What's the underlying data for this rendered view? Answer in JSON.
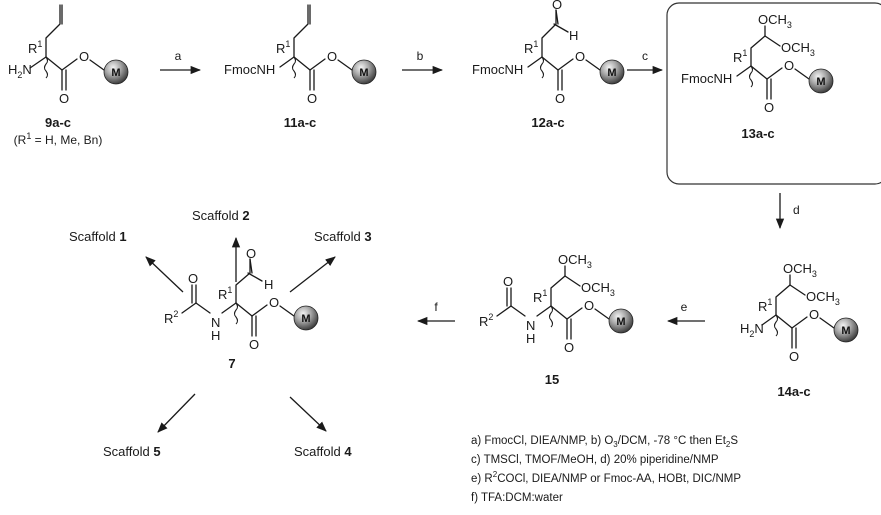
{
  "compounds": {
    "c9": {
      "label": "9a-c",
      "sub": "(R",
      "sub_sup": "1",
      "sub_rest": " = H, Me, Bn)"
    },
    "c11": {
      "label": "11a-c"
    },
    "c12": {
      "label": "12a-c"
    },
    "c13": {
      "label": "13a-c"
    },
    "c14": {
      "label": "14a-c"
    },
    "c15": {
      "label": "15"
    },
    "c7": {
      "label": "7"
    }
  },
  "atoms": {
    "resin": "M",
    "nh2": "H",
    "nh2_n": "N",
    "nh2_sub": "2",
    "fmocnh": "FmocNH",
    "r1": "R",
    "r1_sup": "1",
    "r2": "R",
    "r2_sup": "2",
    "o": "O",
    "h": "H",
    "nh": "N",
    "nh_h": "H",
    "och3_o": "OCH",
    "och3_sub": "3"
  },
  "steps": {
    "a": "a",
    "b": "b",
    "c": "c",
    "d": "d",
    "e": "e",
    "f": "f"
  },
  "scaffolds": [
    {
      "text": "Scaffold ",
      "num": "1"
    },
    {
      "text": "Scaffold ",
      "num": "2"
    },
    {
      "text": "Scaffold ",
      "num": "3"
    },
    {
      "text": "Scaffold ",
      "num": "4"
    },
    {
      "text": "Scaffold ",
      "num": "5"
    }
  ],
  "conditions": {
    "line1": "a) FmocCl, DIEA/NMP, b) O",
    "line1_sub": "3",
    "line1_rest": "/DCM, -78 °C then Et",
    "line1_sub2": "2",
    "line1_end": "S",
    "line2": "c) TMSCl, TMOF/MeOH, d) 20% piperidine/NMP",
    "line3": "e) R",
    "line3_sup": "2",
    "line3_rest": "COCl, DIEA/NMP or Fmoc-AA, HOBt, DIC/NMP",
    "line4": "f) TFA:DCM:water"
  }
}
